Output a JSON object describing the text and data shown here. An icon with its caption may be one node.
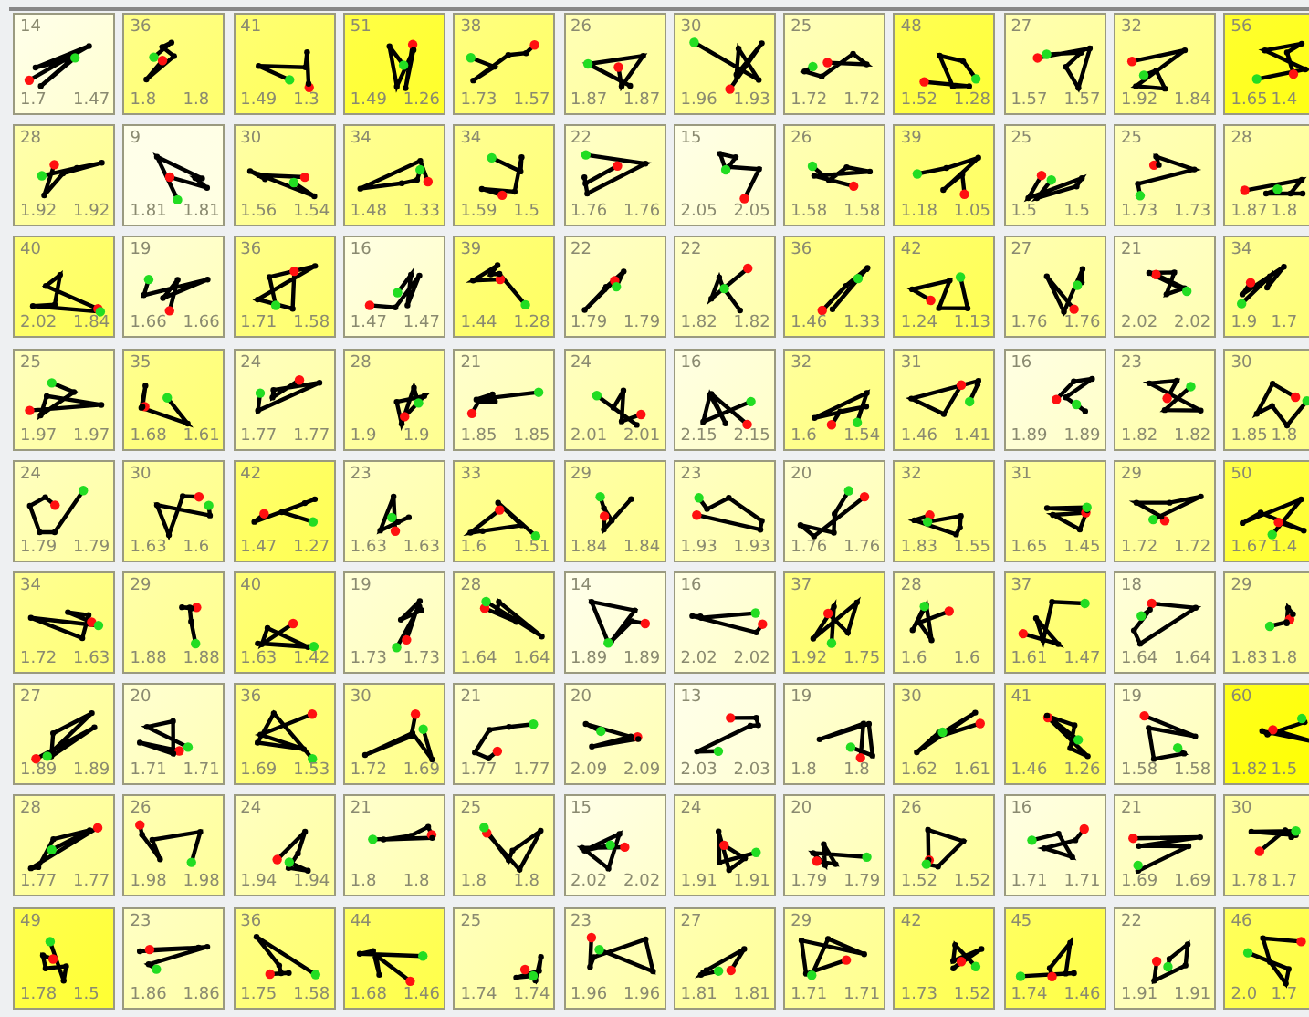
{
  "diagram": {
    "nodes": [
      {
        "text": [
          "14",
          "1.7",
          "1.47"
        ]
      },
      {
        "text": [
          "36",
          "1.8",
          "1.8"
        ]
      },
      {
        "text": [
          "41",
          "1.49",
          "1.3"
        ]
      },
      {
        "text": [
          "51",
          "1.49",
          "1.26"
        ]
      },
      {
        "text": [
          "38",
          "1.73",
          "1.57"
        ]
      },
      {
        "text": [
          "26",
          "1.87",
          "1.87"
        ]
      },
      {
        "text": [
          "30",
          "1.96",
          "1.93"
        ]
      },
      {
        "text": [
          "25",
          "1.72",
          "1.72"
        ]
      },
      {
        "text": [
          "48",
          "1.52",
          "1.28"
        ]
      },
      {
        "text": [
          "27",
          "1.57",
          "1.57"
        ]
      },
      {
        "text": [
          "32",
          "1.92",
          "1.84"
        ]
      },
      {
        "text": [
          "56",
          "1.65",
          "1.4"
        ]
      },
      {
        "text": [
          "28",
          "1.92",
          "1.92"
        ]
      },
      {
        "text": [
          "9",
          "1.81",
          "1.81"
        ]
      },
      {
        "text": [
          "30",
          "1.56",
          "1.54"
        ]
      },
      {
        "text": [
          "34",
          "1.48",
          "1.33"
        ]
      },
      {
        "text": [
          "34",
          "1.59",
          "1.5"
        ]
      },
      {
        "text": [
          "22",
          "1.76",
          "1.76"
        ]
      },
      {
        "text": [
          "15",
          "2.05",
          "2.05"
        ]
      },
      {
        "text": [
          "26",
          "1.58",
          "1.58"
        ]
      },
      {
        "text": [
          "39",
          "1.18",
          "1.05"
        ]
      },
      {
        "text": [
          "25",
          "1.5",
          "1.5"
        ]
      },
      {
        "text": [
          "25",
          "1.73",
          "1.73"
        ]
      },
      {
        "text": [
          "28",
          "1.87",
          "1.8"
        ]
      },
      {
        "text": [
          "40",
          "2.02",
          "1.84"
        ]
      },
      {
        "text": [
          "19",
          "1.66",
          "1.66"
        ]
      },
      {
        "text": [
          "36",
          "1.71",
          "1.58"
        ]
      },
      {
        "text": [
          "16",
          "1.47",
          "1.47"
        ]
      },
      {
        "text": [
          "39",
          "1.44",
          "1.28"
        ]
      },
      {
        "text": [
          "22",
          "1.79",
          "1.79"
        ]
      },
      {
        "text": [
          "22",
          "1.82",
          "1.82"
        ]
      },
      {
        "text": [
          "36",
          "1.46",
          "1.33"
        ]
      },
      {
        "text": [
          "42",
          "1.24",
          "1.13"
        ]
      },
      {
        "text": [
          "27",
          "1.76",
          "1.76"
        ]
      },
      {
        "text": [
          "21",
          "2.02",
          "2.02"
        ]
      },
      {
        "text": [
          "34",
          "1.9",
          "1.7"
        ]
      },
      {
        "text": [
          "25",
          "1.97",
          "1.97"
        ]
      },
      {
        "text": [
          "35",
          "1.68",
          "1.61"
        ]
      },
      {
        "text": [
          "24",
          "1.77",
          "1.77"
        ]
      },
      {
        "text": [
          "28",
          "1.9",
          "1.9"
        ]
      },
      {
        "text": [
          "21",
          "1.85",
          "1.85"
        ]
      },
      {
        "text": [
          "24",
          "2.01",
          "2.01"
        ]
      },
      {
        "text": [
          "16",
          "2.15",
          "2.15"
        ]
      },
      {
        "text": [
          "32",
          "1.6",
          "1.54"
        ]
      },
      {
        "text": [
          "31",
          "1.46",
          "1.41"
        ]
      },
      {
        "text": [
          "16",
          "1.89",
          "1.89"
        ]
      },
      {
        "text": [
          "23",
          "1.82",
          "1.82"
        ]
      },
      {
        "text": [
          "30",
          "1.85",
          "1.8"
        ]
      },
      {
        "text": [
          "24",
          "1.79",
          "1.79"
        ]
      },
      {
        "text": [
          "30",
          "1.63",
          "1.6"
        ]
      },
      {
        "text": [
          "42",
          "1.47",
          "1.27"
        ]
      },
      {
        "text": [
          "23",
          "1.63",
          "1.63"
        ]
      },
      {
        "text": [
          "33",
          "1.6",
          "1.51"
        ]
      },
      {
        "text": [
          "29",
          "1.84",
          "1.84"
        ]
      },
      {
        "text": [
          "23",
          "1.93",
          "1.93"
        ]
      },
      {
        "text": [
          "20",
          "1.76",
          "1.76"
        ]
      },
      {
        "text": [
          "32",
          "1.83",
          "1.55"
        ]
      },
      {
        "text": [
          "31",
          "1.65",
          "1.45"
        ]
      },
      {
        "text": [
          "29",
          "1.72",
          "1.72"
        ]
      },
      {
        "text": [
          "50",
          "1.67",
          "1.4"
        ]
      },
      {
        "text": [
          "34",
          "1.72",
          "1.63"
        ]
      },
      {
        "text": [
          "29",
          "1.88",
          "1.88"
        ]
      },
      {
        "text": [
          "40",
          "1.63",
          "1.42"
        ]
      },
      {
        "text": [
          "19",
          "1.73",
          "1.73"
        ]
      },
      {
        "text": [
          "28",
          "1.64",
          "1.64"
        ]
      },
      {
        "text": [
          "14",
          "1.89",
          "1.89"
        ]
      },
      {
        "text": [
          "16",
          "2.02",
          "2.02"
        ]
      },
      {
        "text": [
          "37",
          "1.92",
          "1.75"
        ]
      },
      {
        "text": [
          "28",
          "1.6",
          "1.6"
        ]
      },
      {
        "text": [
          "37",
          "1.61",
          "1.47"
        ]
      },
      {
        "text": [
          "18",
          "1.64",
          "1.64"
        ]
      },
      {
        "text": [
          "29",
          "1.83",
          "1.8"
        ]
      },
      {
        "text": [
          "27",
          "1.89",
          "1.89"
        ]
      },
      {
        "text": [
          "20",
          "1.71",
          "1.71"
        ]
      },
      {
        "text": [
          "36",
          "1.69",
          "1.53"
        ]
      },
      {
        "text": [
          "30",
          "1.72",
          "1.69"
        ]
      },
      {
        "text": [
          "21",
          "1.77",
          "1.77"
        ]
      },
      {
        "text": [
          "20",
          "2.09",
          "2.09"
        ]
      },
      {
        "text": [
          "13",
          "2.03",
          "2.03"
        ]
      },
      {
        "text": [
          "19",
          "1.8",
          "1.8"
        ]
      },
      {
        "text": [
          "30",
          "1.62",
          "1.61"
        ]
      },
      {
        "text": [
          "41",
          "1.46",
          "1.26"
        ]
      },
      {
        "text": [
          "19",
          "1.58",
          "1.58"
        ]
      },
      {
        "text": [
          "60",
          "1.82",
          "1.5"
        ]
      },
      {
        "text": [
          "28",
          "1.77",
          "1.77"
        ]
      },
      {
        "text": [
          "26",
          "1.98",
          "1.98"
        ]
      },
      {
        "text": [
          "24",
          "1.94",
          "1.94"
        ]
      },
      {
        "text": [
          "21",
          "1.8",
          "1.8"
        ]
      },
      {
        "text": [
          "25",
          "1.8",
          "1.8"
        ]
      },
      {
        "text": [
          "15",
          "2.02",
          "2.02"
        ]
      },
      {
        "text": [
          "24",
          "1.91",
          "1.91"
        ]
      },
      {
        "text": [
          "20",
          "1.79",
          "1.79"
        ]
      },
      {
        "text": [
          "26",
          "1.52",
          "1.52"
        ]
      },
      {
        "text": [
          "16",
          "1.71",
          "1.71"
        ]
      },
      {
        "text": [
          "21",
          "1.69",
          "1.69"
        ]
      },
      {
        "text": [
          "30",
          "1.78",
          "1.7"
        ]
      },
      {
        "text": [
          "49",
          "1.78",
          "1.5"
        ]
      },
      {
        "text": [
          "23",
          "1.86",
          "1.86"
        ]
      },
      {
        "text": [
          "36",
          "1.75",
          "1.58"
        ]
      },
      {
        "text": [
          "44",
          "1.68",
          "1.46"
        ]
      },
      {
        "text": [
          "25",
          "1.74",
          "1.74"
        ]
      },
      {
        "text": [
          "23",
          "1.96",
          "1.96"
        ]
      },
      {
        "text": [
          "27",
          "1.81",
          "1.81"
        ]
      },
      {
        "text": [
          "29",
          "1.71",
          "1.71"
        ]
      },
      {
        "text": [
          "42",
          "1.73",
          "1.52"
        ]
      },
      {
        "text": [
          "45",
          "1.74",
          "1.46"
        ]
      },
      {
        "text": [
          "22",
          "1.91",
          "1.91"
        ]
      },
      {
        "text": [
          "46",
          "2.0",
          "1.7"
        ]
      }
    ]
  }
}
